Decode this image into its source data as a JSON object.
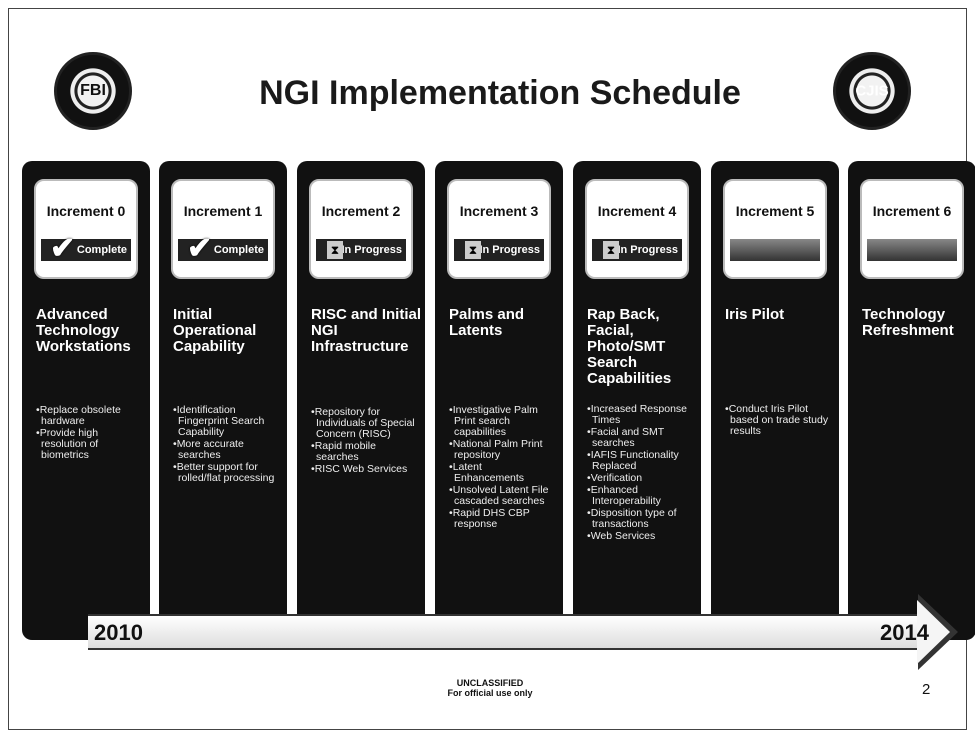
{
  "title": "NGI Implementation Schedule",
  "left_seal": "FBI",
  "right_seal": "CJIS",
  "increments": [
    {
      "label": "Increment 0",
      "status": "Complete",
      "name": "Advanced Technology Workstations",
      "bullets": [
        "Replace obsolete hardware",
        "Provide high resolution of biometrics"
      ]
    },
    {
      "label": "Increment 1",
      "status": "Complete",
      "name": "Initial Operational Capability",
      "bullets": [
        "Identification Fingerprint Search Capability",
        "More accurate searches",
        "Better support for rolled/flat processing"
      ]
    },
    {
      "label": "Increment 2",
      "status": "In Progress",
      "name": "RISC and Initial NGI Infrastructure",
      "bullets": [
        "Repository for Individuals of Special Concern (RISC)",
        "Rapid mobile searches",
        "RISC Web Services"
      ]
    },
    {
      "label": "Increment 3",
      "status": "In Progress",
      "name": "Palms and Latents",
      "bullets": [
        "Investigative Palm Print search capabilities",
        "National Palm Print repository",
        "Latent Enhancements",
        "Unsolved Latent File cascaded searches",
        "Rapid DHS CBP response"
      ]
    },
    {
      "label": "Increment 4",
      "status": "In Progress",
      "name": "Rap Back, Facial, Photo/SMT Search Capabilities",
      "bullets": [
        "Increased Response Times",
        "Facial and SMT searches",
        "IAFIS Functionality Replaced",
        "Verification",
        "Enhanced Interoperability",
        "Disposition type of transactions",
        "Web Services"
      ]
    },
    {
      "label": "Increment 5",
      "status": "",
      "name": "Iris Pilot",
      "bullets": [
        "Conduct Iris Pilot based on trade study results"
      ]
    },
    {
      "label": "Increment 6",
      "status": "",
      "name": "Technology Refreshment",
      "bullets": []
    }
  ],
  "timeline": {
    "start_year": "2010",
    "end_year": "2014"
  },
  "footer": {
    "classification": "UNCLASSIFIED",
    "note": "For official use only"
  },
  "page_number": "2"
}
